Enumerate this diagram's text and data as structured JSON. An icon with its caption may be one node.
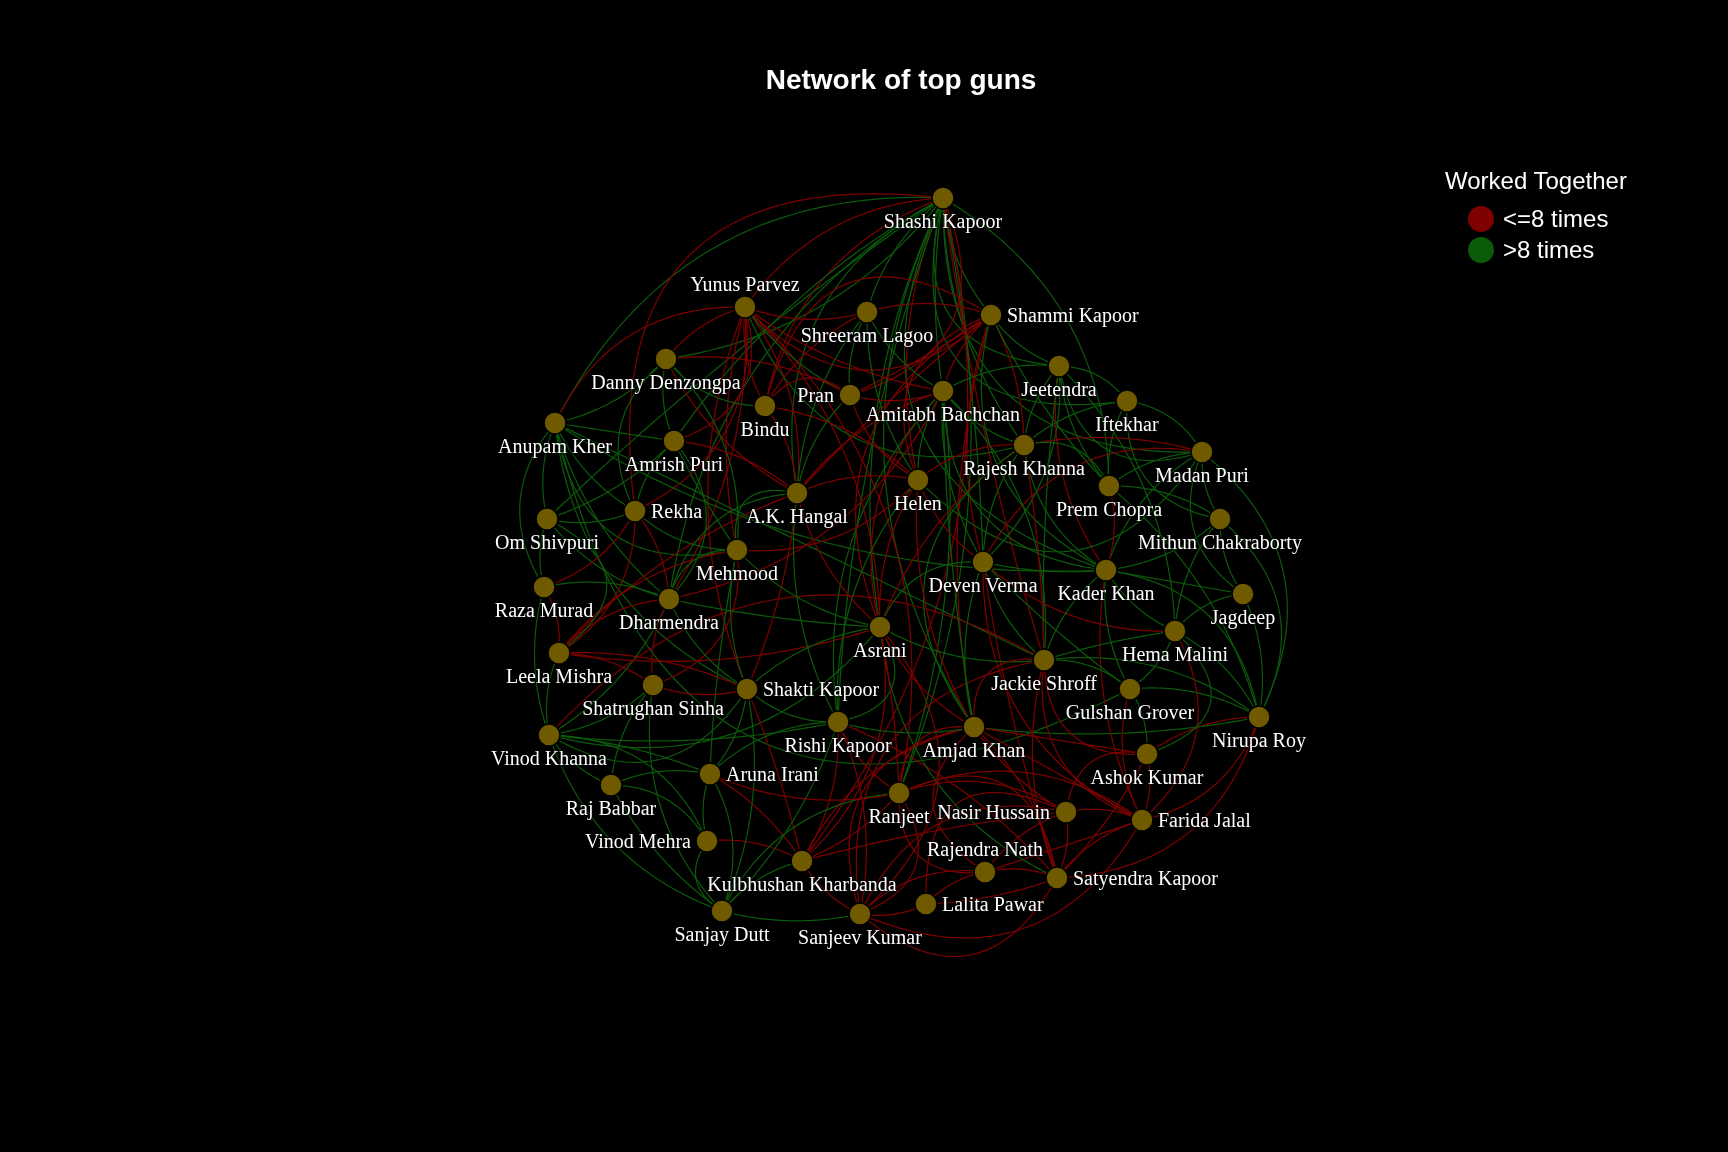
{
  "diagram": {
    "title": "Network of top guns",
    "nodes": [
      {
        "text": [
          "Shashi Kapoor"
        ]
      },
      {
        "text": [
          "Yunus Parvez"
        ]
      },
      {
        "text": [
          "Shreeram Lagoo"
        ]
      },
      {
        "text": [
          "Shammi Kapoor"
        ]
      },
      {
        "text": [
          "Danny Denzongpa"
        ]
      },
      {
        "text": [
          "Jeetendra"
        ]
      },
      {
        "text": [
          "Amitabh Bachchan"
        ]
      },
      {
        "text": [
          "Pran"
        ]
      },
      {
        "text": [
          "Iftekhar"
        ]
      },
      {
        "text": [
          "Bindu"
        ]
      },
      {
        "text": [
          "Anupam Kher"
        ]
      },
      {
        "text": [
          "Amrish Puri"
        ]
      },
      {
        "text": [
          "Rajesh Khanna"
        ]
      },
      {
        "text": [
          "Madan Puri"
        ]
      },
      {
        "text": [
          "Helen"
        ]
      },
      {
        "text": [
          "Prem Chopra"
        ]
      },
      {
        "text": [
          "A.K. Hangal"
        ]
      },
      {
        "text": [
          "Rekha"
        ]
      },
      {
        "text": [
          "Om Shivpuri"
        ]
      },
      {
        "text": [
          "Mithun Chakraborty"
        ]
      },
      {
        "text": [
          "Mehmood"
        ]
      },
      {
        "text": [
          "Deven Verma"
        ]
      },
      {
        "text": [
          "Kader Khan"
        ]
      },
      {
        "text": [
          "Raza Murad"
        ]
      },
      {
        "text": [
          "Jagdeep"
        ]
      },
      {
        "text": [
          "Dharmendra"
        ]
      },
      {
        "text": [
          "Asrani"
        ]
      },
      {
        "text": [
          "Hema Malini"
        ]
      },
      {
        "text": [
          "Leela Mishra"
        ]
      },
      {
        "text": [
          "Jackie Shroff"
        ]
      },
      {
        "text": [
          "Shatrughan Sinha"
        ]
      },
      {
        "text": [
          "Shakti Kapoor"
        ]
      },
      {
        "text": [
          "Gulshan Grover"
        ]
      },
      {
        "text": [
          "Nirupa Roy"
        ]
      },
      {
        "text": [
          "Rishi Kapoor"
        ]
      },
      {
        "text": [
          "Amjad Khan"
        ]
      },
      {
        "text": [
          "Vinod Khanna"
        ]
      },
      {
        "text": [
          "Ashok Kumar"
        ]
      },
      {
        "text": [
          "Aruna Irani"
        ]
      },
      {
        "text": [
          "Raj Babbar"
        ]
      },
      {
        "text": [
          "Ranjeet"
        ]
      },
      {
        "text": [
          "Nasir Hussain"
        ]
      },
      {
        "text": [
          "Farida Jalal"
        ]
      },
      {
        "text": [
          "Vinod Mehra"
        ]
      },
      {
        "text": [
          "Kulbhushan Kharbanda"
        ]
      },
      {
        "text": [
          "Rajendra Nath"
        ]
      },
      {
        "text": [
          "Satyendra Kapoor"
        ]
      },
      {
        "text": [
          "Lalita Pawar"
        ]
      },
      {
        "text": [
          "Sanjay Dutt"
        ]
      },
      {
        "text": [
          "Sanjeev Kumar"
        ]
      }
    ],
    "edges": [
      {
        "from": 0,
        "to": 1,
        "arrow": "none",
        "color": "#7f0000"
      },
      {
        "from": 0,
        "to": 2,
        "arrow": "none"
      },
      {
        "from": 0,
        "to": 3,
        "arrow": "none"
      },
      {
        "from": 0,
        "to": 4,
        "arrow": "none"
      },
      {
        "from": 0,
        "to": 5,
        "arrow": "none"
      },
      {
        "from": 0,
        "to": 6,
        "arrow": "none"
      },
      {
        "from": 0,
        "to": 7,
        "arrow": "none",
        "color": "#7f0000"
      },
      {
        "from": 0,
        "to": 8,
        "arrow": "none"
      },
      {
        "from": 0,
        "to": 9,
        "arrow": "none",
        "color": "#7f0000"
      },
      {
        "from": 0,
        "to": 10,
        "arrow": "none"
      },
      {
        "from": 0,
        "to": 11,
        "arrow": "none"
      },
      {
        "from": 0,
        "to": 12,
        "arrow": "none"
      },
      {
        "from": 0,
        "to": 13,
        "arrow": "none"
      },
      {
        "from": 0,
        "to": 14,
        "arrow": "none",
        "color": "#7f0000"
      },
      {
        "from": 0,
        "to": 15,
        "arrow": "none"
      },
      {
        "from": 0,
        "to": 16,
        "arrow": "none"
      },
      {
        "from": 0,
        "to": 17,
        "arrow": "none",
        "color": "#7f0000"
      },
      {
        "from": 0,
        "to": 18,
        "arrow": "none"
      },
      {
        "from": 0,
        "to": 21,
        "arrow": "none"
      },
      {
        "from": 0,
        "to": 22,
        "arrow": "none"
      },
      {
        "from": 0,
        "to": 26,
        "arrow": "none"
      },
      {
        "from": 0,
        "to": 29,
        "arrow": "none",
        "color": "#7f0000"
      },
      {
        "from": 0,
        "to": 35,
        "arrow": "none"
      },
      {
        "from": 0,
        "to": 40,
        "arrow": "none"
      },
      {
        "from": 0,
        "to": 34,
        "arrow": "none"
      },
      {
        "from": 0,
        "to": 25,
        "arrow": "none"
      },
      {
        "from": 0,
        "to": 44,
        "arrow": "none",
        "color": "#7f0000"
      },
      {
        "from": 1,
        "to": 4,
        "arrow": "none",
        "color": "#7f0000"
      },
      {
        "from": 1,
        "to": 9,
        "arrow": "none",
        "color": "#7f0000"
      },
      {
        "from": 1,
        "to": 11,
        "arrow": "none",
        "color": "#7f0000"
      },
      {
        "from": 1,
        "to": 16,
        "arrow": "none",
        "color": "#7f0000"
      },
      {
        "from": 1,
        "to": 20,
        "arrow": "none",
        "color": "#7f0000"
      },
      {
        "from": 1,
        "to": 25,
        "arrow": "none",
        "color": "#7f0000"
      },
      {
        "from": 1,
        "to": 17,
        "arrow": "none",
        "color": "#7f0000"
      },
      {
        "from": 1,
        "to": 26,
        "arrow": "none",
        "color": "#7f0000"
      },
      {
        "from": 1,
        "to": 6,
        "arrow": "none",
        "color": "#7f0000"
      },
      {
        "from": 1,
        "to": 2,
        "arrow": "none",
        "color": "#7f0000"
      },
      {
        "from": 1,
        "to": 3,
        "arrow": "none",
        "color": "#7f0000"
      },
      {
        "from": 1,
        "to": 31,
        "arrow": "none",
        "color": "#7f0000"
      },
      {
        "from": 1,
        "to": 40,
        "arrow": "none",
        "color": "#7f0000"
      },
      {
        "from": 1,
        "to": 12,
        "arrow": "none"
      },
      {
        "from": 1,
        "to": 7,
        "arrow": "none"
      },
      {
        "from": 3,
        "to": 2,
        "arrow": "none",
        "color": "#7f0000"
      },
      {
        "from": 3,
        "to": 6,
        "arrow": "none",
        "color": "#7f0000"
      },
      {
        "from": 3,
        "to": 12,
        "arrow": "none",
        "color": "#7f0000"
      },
      {
        "from": 3,
        "to": 14,
        "arrow": "none",
        "color": "#7f0000"
      },
      {
        "from": 3,
        "to": 7,
        "arrow": "none",
        "color": "#7f0000"
      },
      {
        "from": 3,
        "to": 15,
        "arrow": "none"
      },
      {
        "from": 3,
        "to": 5,
        "arrow": "none"
      },
      {
        "from": 3,
        "to": 21,
        "arrow": "none",
        "color": "#7f0000"
      },
      {
        "from": 3,
        "to": 26,
        "arrow": "none",
        "color": "#7f0000"
      },
      {
        "from": 3,
        "to": 16,
        "arrow": "none",
        "color": "#7f0000"
      },
      {
        "from": 3,
        "to": 9,
        "arrow": "none",
        "color": "#7f0000"
      },
      {
        "from": 3,
        "to": 35,
        "arrow": "none",
        "color": "#7f0000"
      },
      {
        "from": 3,
        "to": 22,
        "arrow": "none"
      },
      {
        "from": 10,
        "to": 4,
        "arrow": "none"
      },
      {
        "from": 10,
        "to": 11,
        "arrow": "none"
      },
      {
        "from": 10,
        "to": 17,
        "arrow": "none"
      },
      {
        "from": 10,
        "to": 18,
        "arrow": "none"
      },
      {
        "from": 10,
        "to": 20,
        "arrow": "none"
      },
      {
        "from": 10,
        "to": 25,
        "arrow": "none"
      },
      {
        "from": 10,
        "to": 22,
        "arrow": "none"
      },
      {
        "from": 10,
        "to": 29,
        "arrow": "none"
      },
      {
        "from": 10,
        "to": 32,
        "arrow": "none"
      },
      {
        "from": 10,
        "to": 31,
        "arrow": "none"
      },
      {
        "from": 10,
        "to": 1,
        "arrow": "none",
        "color": "#7f0000"
      },
      {
        "from": 10,
        "to": 23,
        "arrow": "none"
      },
      {
        "from": 5,
        "to": 8,
        "arrow": "none"
      },
      {
        "from": 5,
        "to": 12,
        "arrow": "none"
      },
      {
        "from": 5,
        "to": 15,
        "arrow": "none"
      },
      {
        "from": 5,
        "to": 6,
        "arrow": "none"
      },
      {
        "from": 5,
        "to": 21,
        "arrow": "none"
      },
      {
        "from": 5,
        "to": 22,
        "arrow": "none",
        "color": "#7f0000"
      },
      {
        "from": 5,
        "to": 13,
        "arrow": "none"
      },
      {
        "from": 5,
        "to": 27,
        "arrow": "none"
      },
      {
        "from": 5,
        "to": 29,
        "arrow": "none"
      },
      {
        "from": 13,
        "to": 8,
        "arrow": "none"
      },
      {
        "from": 13,
        "to": 15,
        "arrow": "none"
      },
      {
        "from": 13,
        "to": 19,
        "arrow": "none"
      },
      {
        "from": 13,
        "to": 12,
        "arrow": "none",
        "color": "#7f0000"
      },
      {
        "from": 13,
        "to": 22,
        "arrow": "none"
      },
      {
        "from": 13,
        "to": 24,
        "arrow": "none"
      },
      {
        "from": 13,
        "to": 14,
        "arrow": "none"
      },
      {
        "from": 13,
        "to": 21,
        "arrow": "none",
        "color": "#7f0000"
      },
      {
        "from": 33,
        "to": 24,
        "arrow": "none"
      },
      {
        "from": 33,
        "to": 19,
        "arrow": "none"
      },
      {
        "from": 33,
        "to": 27,
        "arrow": "none"
      },
      {
        "from": 33,
        "to": 22,
        "arrow": "none"
      },
      {
        "from": 33,
        "to": 32,
        "arrow": "none"
      },
      {
        "from": 33,
        "to": 15,
        "arrow": "none"
      },
      {
        "from": 33,
        "to": 29,
        "arrow": "none"
      },
      {
        "from": 33,
        "to": 37,
        "arrow": "none",
        "color": "#7f0000"
      },
      {
        "from": 33,
        "to": 42,
        "arrow": "none",
        "color": "#7f0000"
      },
      {
        "from": 33,
        "to": 46,
        "arrow": "none",
        "color": "#7f0000"
      },
      {
        "from": 33,
        "to": 13,
        "arrow": "none"
      },
      {
        "from": 33,
        "to": 35,
        "arrow": "none"
      },
      {
        "from": 42,
        "to": 37,
        "arrow": "none",
        "color": "#7f0000"
      },
      {
        "from": 42,
        "to": 41,
        "arrow": "none",
        "color": "#7f0000"
      },
      {
        "from": 42,
        "to": 46,
        "arrow": "none",
        "color": "#7f0000"
      },
      {
        "from": 42,
        "to": 45,
        "arrow": "none",
        "color": "#7f0000"
      },
      {
        "from": 42,
        "to": 32,
        "arrow": "none",
        "color": "#7f0000"
      },
      {
        "from": 42,
        "to": 29,
        "arrow": "none",
        "color": "#7f0000"
      },
      {
        "from": 42,
        "to": 35,
        "arrow": "none",
        "color": "#7f0000"
      },
      {
        "from": 42,
        "to": 40,
        "arrow": "none",
        "color": "#7f0000"
      },
      {
        "from": 42,
        "to": 27,
        "arrow": "none",
        "color": "#7f0000"
      },
      {
        "from": 42,
        "to": 22,
        "arrow": "none",
        "color": "#7f0000"
      },
      {
        "from": 42,
        "to": 21,
        "arrow": "none",
        "color": "#7f0000"
      },
      {
        "from": 46,
        "to": 41,
        "arrow": "none",
        "color": "#7f0000"
      },
      {
        "from": 46,
        "to": 45,
        "arrow": "none",
        "color": "#7f0000"
      },
      {
        "from": 46,
        "to": 35,
        "arrow": "none",
        "color": "#7f0000"
      },
      {
        "from": 46,
        "to": 40,
        "arrow": "none",
        "color": "#7f0000"
      },
      {
        "from": 46,
        "to": 29,
        "arrow": "none",
        "color": "#7f0000"
      },
      {
        "from": 46,
        "to": 47,
        "arrow": "none",
        "color": "#7f0000"
      },
      {
        "from": 46,
        "to": 37,
        "arrow": "none",
        "color": "#7f0000"
      },
      {
        "from": 46,
        "to": 21,
        "arrow": "none",
        "color": "#7f0000"
      },
      {
        "from": 46,
        "to": 34,
        "arrow": "none",
        "color": "#7f0000"
      },
      {
        "from": 46,
        "to": 26,
        "arrow": "none"
      },
      {
        "from": 46,
        "to": 49,
        "arrow": "none",
        "color": "#7f0000"
      },
      {
        "from": 28,
        "to": 25,
        "arrow": "none",
        "color": "#7f0000"
      },
      {
        "from": 28,
        "to": 23,
        "arrow": "none",
        "color": "#7f0000"
      },
      {
        "from": 28,
        "to": 30,
        "arrow": "none",
        "color": "#7f0000"
      },
      {
        "from": 28,
        "to": 31,
        "arrow": "none",
        "color": "#7f0000"
      },
      {
        "from": 28,
        "to": 17,
        "arrow": "none",
        "color": "#7f0000"
      },
      {
        "from": 28,
        "to": 20,
        "arrow": "none",
        "color": "#7f0000"
      },
      {
        "from": 28,
        "to": 26,
        "arrow": "none",
        "color": "#7f0000"
      },
      {
        "from": 28,
        "to": 16,
        "arrow": "none",
        "color": "#7f0000"
      },
      {
        "from": 28,
        "to": 36,
        "arrow": "none"
      },
      {
        "from": 28,
        "to": 18,
        "arrow": "none"
      },
      {
        "from": 36,
        "to": 30,
        "arrow": "none"
      },
      {
        "from": 36,
        "to": 31,
        "arrow": "none"
      },
      {
        "from": 36,
        "to": 38,
        "arrow": "none"
      },
      {
        "from": 36,
        "to": 39,
        "arrow": "none"
      },
      {
        "from": 36,
        "to": 34,
        "arrow": "none"
      },
      {
        "from": 36,
        "to": 26,
        "arrow": "none"
      },
      {
        "from": 36,
        "to": 25,
        "arrow": "none"
      },
      {
        "from": 36,
        "to": 43,
        "arrow": "none"
      },
      {
        "from": 36,
        "to": 23,
        "arrow": "none"
      },
      {
        "from": 36,
        "to": 29,
        "arrow": "none",
        "color": "#7f0000"
      },
      {
        "from": 44,
        "to": 38,
        "arrow": "none",
        "color": "#7f0000"
      },
      {
        "from": 44,
        "to": 43,
        "arrow": "none",
        "color": "#7f0000"
      },
      {
        "from": 44,
        "to": 40,
        "arrow": "none",
        "color": "#7f0000"
      },
      {
        "from": 44,
        "to": 34,
        "arrow": "none",
        "color": "#7f0000"
      },
      {
        "from": 44,
        "to": 49,
        "arrow": "none",
        "color": "#7f0000"
      },
      {
        "from": 44,
        "to": 35,
        "arrow": "none",
        "color": "#7f0000"
      },
      {
        "from": 44,
        "to": 41,
        "arrow": "none",
        "color": "#7f0000"
      },
      {
        "from": 44,
        "to": 31,
        "arrow": "none",
        "color": "#7f0000"
      },
      {
        "from": 44,
        "to": 26,
        "arrow": "none",
        "color": "#7f0000"
      },
      {
        "from": 44,
        "to": 48,
        "arrow": "none"
      },
      {
        "from": 48,
        "to": 43,
        "arrow": "none"
      },
      {
        "from": 48,
        "to": 38,
        "arrow": "none"
      },
      {
        "from": 48,
        "to": 39,
        "arrow": "none"
      },
      {
        "from": 48,
        "to": 36,
        "arrow": "none"
      },
      {
        "from": 48,
        "to": 34,
        "arrow": "none"
      },
      {
        "from": 48,
        "to": 31,
        "arrow": "none"
      },
      {
        "from": 48,
        "to": 30,
        "arrow": "none"
      },
      {
        "from": 48,
        "to": 40,
        "arrow": "none"
      },
      {
        "from": 48,
        "to": 49,
        "arrow": "none"
      },
      {
        "from": 49,
        "to": 47,
        "arrow": "none",
        "color": "#7f0000"
      },
      {
        "from": 49,
        "to": 45,
        "arrow": "none",
        "color": "#7f0000"
      },
      {
        "from": 49,
        "to": 40,
        "arrow": "none",
        "color": "#7f0000"
      },
      {
        "from": 49,
        "to": 35,
        "arrow": "none",
        "color": "#7f0000"
      },
      {
        "from": 49,
        "to": 41,
        "arrow": "none",
        "color": "#7f0000"
      },
      {
        "from": 49,
        "to": 34,
        "arrow": "none",
        "color": "#7f0000"
      },
      {
        "from": 49,
        "to": 26,
        "arrow": "none",
        "color": "#7f0000"
      },
      {
        "from": 49,
        "to": 42,
        "arrow": "none",
        "color": "#7f0000"
      },
      {
        "from": 49,
        "to": 29,
        "arrow": "none",
        "color": "#7f0000"
      },
      {
        "from": 4,
        "to": 9,
        "arrow": "none"
      },
      {
        "from": 4,
        "to": 11,
        "arrow": "none"
      },
      {
        "from": 4,
        "to": 16,
        "arrow": "none",
        "color": "#7f0000"
      },
      {
        "from": 4,
        "to": 17,
        "arrow": "none"
      },
      {
        "from": 4,
        "to": 20,
        "arrow": "none"
      },
      {
        "from": 4,
        "to": 7,
        "arrow": "none",
        "color": "#7f0000"
      },
      {
        "from": 6,
        "to": 12,
        "arrow": "none"
      },
      {
        "from": 6,
        "to": 14,
        "arrow": "none"
      },
      {
        "from": 6,
        "to": 21,
        "arrow": "none"
      },
      {
        "from": 6,
        "to": 26,
        "arrow": "none",
        "color": "#7f0000"
      },
      {
        "from": 6,
        "to": 35,
        "arrow": "none"
      },
      {
        "from": 6,
        "to": 29,
        "arrow": "none"
      },
      {
        "from": 6,
        "to": 22,
        "arrow": "none"
      },
      {
        "from": 6,
        "to": 16,
        "arrow": "none",
        "color": "#7f0000"
      },
      {
        "from": 6,
        "to": 34,
        "arrow": "none"
      },
      {
        "from": 6,
        "to": 25,
        "arrow": "none",
        "color": "#7f0000"
      },
      {
        "from": 6,
        "to": 40,
        "arrow": "none"
      },
      {
        "from": 12,
        "to": 15,
        "arrow": "none"
      },
      {
        "from": 12,
        "to": 21,
        "arrow": "none"
      },
      {
        "from": 12,
        "to": 14,
        "arrow": "none",
        "color": "#7f0000"
      },
      {
        "from": 12,
        "to": 29,
        "arrow": "none",
        "color": "#7f0000"
      },
      {
        "from": 12,
        "to": 22,
        "arrow": "none"
      },
      {
        "from": 12,
        "to": 26,
        "arrow": "none",
        "color": "#7f0000"
      },
      {
        "from": 12,
        "to": 35,
        "arrow": "none"
      },
      {
        "from": 14,
        "to": 16,
        "arrow": "none",
        "color": "#7f0000"
      },
      {
        "from": 14,
        "to": 21,
        "arrow": "none",
        "color": "#7f0000"
      },
      {
        "from": 14,
        "to": 26,
        "arrow": "none",
        "color": "#7f0000"
      },
      {
        "from": 14,
        "to": 35,
        "arrow": "none",
        "color": "#7f0000"
      },
      {
        "from": 14,
        "to": 20,
        "arrow": "none",
        "color": "#7f0000"
      },
      {
        "from": 14,
        "to": 34,
        "arrow": "none"
      },
      {
        "from": 14,
        "to": 9,
        "arrow": "none",
        "color": "#7f0000"
      },
      {
        "from": 16,
        "to": 20,
        "arrow": "none"
      },
      {
        "from": 16,
        "to": 26,
        "arrow": "none",
        "color": "#7f0000"
      },
      {
        "from": 16,
        "to": 25,
        "arrow": "none"
      },
      {
        "from": 16,
        "to": 31,
        "arrow": "none",
        "color": "#7f0000"
      },
      {
        "from": 16,
        "to": 34,
        "arrow": "none"
      },
      {
        "from": 16,
        "to": 9,
        "arrow": "none",
        "color": "#7f0000"
      },
      {
        "from": 20,
        "to": 25,
        "arrow": "none"
      },
      {
        "from": 20,
        "to": 26,
        "arrow": "none"
      },
      {
        "from": 20,
        "to": 31,
        "arrow": "none"
      },
      {
        "from": 20,
        "to": 30,
        "arrow": "none",
        "color": "#7f0000"
      },
      {
        "from": 20,
        "to": 17,
        "arrow": "none"
      },
      {
        "from": 20,
        "to": 38,
        "arrow": "none"
      },
      {
        "from": 21,
        "to": 22,
        "arrow": "none"
      },
      {
        "from": 21,
        "to": 26,
        "arrow": "none"
      },
      {
        "from": 21,
        "to": 29,
        "arrow": "none"
      },
      {
        "from": 21,
        "to": 35,
        "arrow": "none"
      },
      {
        "from": 21,
        "to": 27,
        "arrow": "none",
        "color": "#7f0000"
      },
      {
        "from": 21,
        "to": 32,
        "arrow": "none"
      },
      {
        "from": 22,
        "to": 27,
        "arrow": "none"
      },
      {
        "from": 22,
        "to": 29,
        "arrow": "none"
      },
      {
        "from": 22,
        "to": 32,
        "arrow": "none"
      },
      {
        "from": 22,
        "to": 24,
        "arrow": "none"
      },
      {
        "from": 22,
        "to": 19,
        "arrow": "none"
      },
      {
        "from": 22,
        "to": 15,
        "arrow": "none",
        "color": "#7f0000"
      },
      {
        "from": 25,
        "to": 30,
        "arrow": "none",
        "color": "#7f0000"
      },
      {
        "from": 25,
        "to": 31,
        "arrow": "none"
      },
      {
        "from": 25,
        "to": 17,
        "arrow": "none",
        "color": "#7f0000"
      },
      {
        "from": 25,
        "to": 23,
        "arrow": "none"
      },
      {
        "from": 25,
        "to": 26,
        "arrow": "none"
      },
      {
        "from": 26,
        "to": 34,
        "arrow": "none"
      },
      {
        "from": 26,
        "to": 35,
        "arrow": "none",
        "color": "#7f0000"
      },
      {
        "from": 26,
        "to": 40,
        "arrow": "none",
        "color": "#7f0000"
      },
      {
        "from": 26,
        "to": 31,
        "arrow": "none"
      },
      {
        "from": 26,
        "to": 29,
        "arrow": "none"
      },
      {
        "from": 29,
        "to": 32,
        "arrow": "none"
      },
      {
        "from": 29,
        "to": 35,
        "arrow": "none",
        "color": "#7f0000"
      },
      {
        "from": 29,
        "to": 27,
        "arrow": "none"
      },
      {
        "from": 29,
        "to": 37,
        "arrow": "none",
        "color": "#7f0000"
      },
      {
        "from": 34,
        "to": 35,
        "arrow": "none"
      },
      {
        "from": 34,
        "to": 40,
        "arrow": "none",
        "color": "#7f0000"
      },
      {
        "from": 34,
        "to": 38,
        "arrow": "none"
      },
      {
        "from": 34,
        "to": 31,
        "arrow": "none"
      },
      {
        "from": 35,
        "to": 40,
        "arrow": "none",
        "color": "#7f0000"
      },
      {
        "from": 35,
        "to": 41,
        "arrow": "none",
        "color": "#7f0000"
      },
      {
        "from": 35,
        "to": 37,
        "arrow": "none",
        "color": "#7f0000"
      },
      {
        "from": 35,
        "to": 45,
        "arrow": "none",
        "color": "#7f0000"
      },
      {
        "from": 37,
        "to": 41,
        "arrow": "none",
        "color": "#7f0000"
      },
      {
        "from": 37,
        "to": 32,
        "arrow": "none"
      },
      {
        "from": 37,
        "to": 27,
        "arrow": "none"
      },
      {
        "from": 38,
        "to": 43,
        "arrow": "none"
      },
      {
        "from": 38,
        "to": 39,
        "arrow": "none"
      },
      {
        "from": 38,
        "to": 31,
        "arrow": "none"
      },
      {
        "from": 38,
        "to": 40,
        "arrow": "none",
        "color": "#7f0000"
      },
      {
        "from": 2,
        "to": 6,
        "arrow": "none"
      },
      {
        "from": 2,
        "to": 7,
        "arrow": "none"
      },
      {
        "from": 2,
        "to": 9,
        "arrow": "none",
        "color": "#7f0000"
      },
      {
        "from": 2,
        "to": 14,
        "arrow": "none"
      },
      {
        "from": 2,
        "to": 16,
        "arrow": "none"
      },
      {
        "from": 7,
        "to": 9,
        "arrow": "none",
        "color": "#7f0000"
      },
      {
        "from": 7,
        "to": 16,
        "arrow": "none"
      },
      {
        "from": 7,
        "to": 14,
        "arrow": "none",
        "color": "#7f0000"
      },
      {
        "from": 7,
        "to": 6,
        "arrow": "none",
        "color": "#7f0000"
      },
      {
        "from": 8,
        "to": 15,
        "arrow": "none"
      },
      {
        "from": 8,
        "to": 12,
        "arrow": "none"
      },
      {
        "from": 8,
        "to": 19,
        "arrow": "none"
      },
      {
        "from": 11,
        "to": 17,
        "arrow": "none"
      },
      {
        "from": 11,
        "to": 20,
        "arrow": "none"
      },
      {
        "from": 11,
        "to": 16,
        "arrow": "none",
        "color": "#7f0000"
      },
      {
        "from": 11,
        "to": 25,
        "arrow": "none"
      },
      {
        "from": 18,
        "to": 23,
        "arrow": "none"
      },
      {
        "from": 18,
        "to": 17,
        "arrow": "none"
      },
      {
        "from": 18,
        "to": 25,
        "arrow": "none"
      },
      {
        "from": 18,
        "to": 11,
        "arrow": "none"
      },
      {
        "from": 19,
        "to": 24,
        "arrow": "none"
      },
      {
        "from": 19,
        "to": 27,
        "arrow": "none"
      },
      {
        "from": 19,
        "to": 15,
        "arrow": "none"
      },
      {
        "from": 23,
        "to": 17,
        "arrow": "none",
        "color": "#7f0000"
      },
      {
        "from": 24,
        "to": 27,
        "arrow": "none"
      },
      {
        "from": 30,
        "to": 31,
        "arrow": "none",
        "color": "#7f0000"
      },
      {
        "from": 30,
        "to": 39,
        "arrow": "none"
      },
      {
        "from": 39,
        "to": 43,
        "arrow": "none"
      },
      {
        "from": 40,
        "to": 41,
        "arrow": "none",
        "color": "#7f0000"
      },
      {
        "from": 40,
        "to": 45,
        "arrow": "none",
        "color": "#7f0000"
      },
      {
        "from": 41,
        "to": 45,
        "arrow": "none",
        "color": "#7f0000"
      },
      {
        "from": 41,
        "to": 47,
        "arrow": "none",
        "color": "#7f0000"
      },
      {
        "from": 45,
        "to": 47,
        "arrow": "none",
        "color": "#7f0000"
      },
      {
        "from": 32,
        "to": 27,
        "arrow": "none"
      }
    ],
    "labels": [
      "Worked Together"
    ],
    "legend": [
      {
        "text": "<=8 times",
        "color": "#7f0000"
      },
      {
        "text": ">8 times",
        "color": "#0b5b0b"
      }
    ]
  }
}
